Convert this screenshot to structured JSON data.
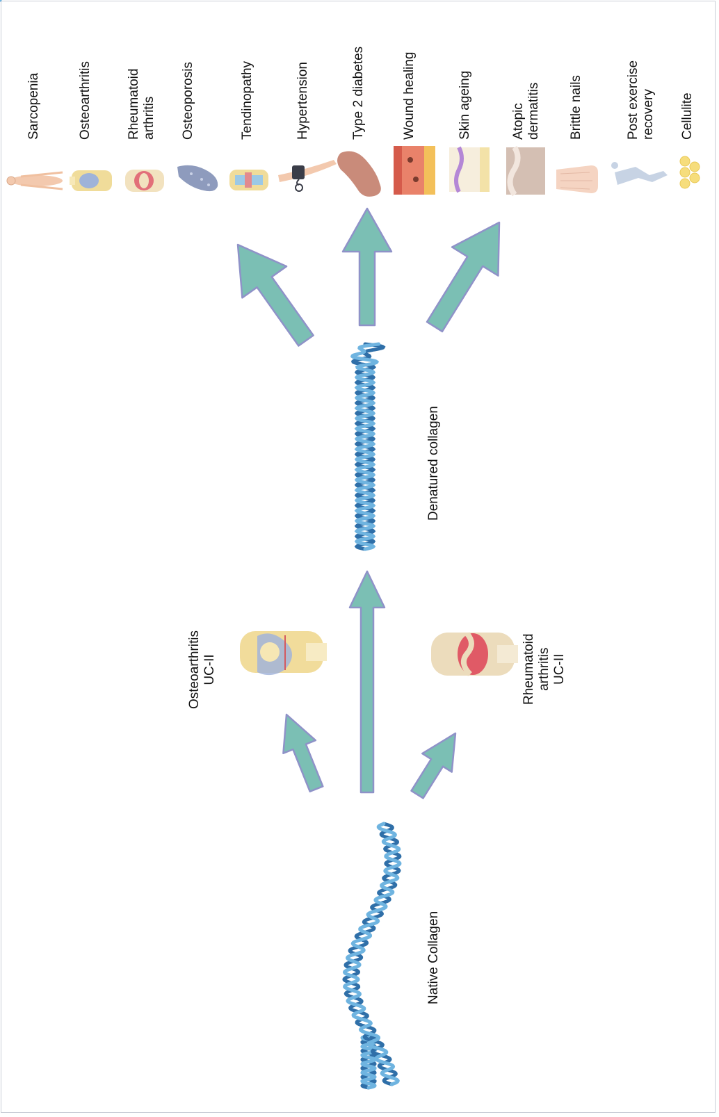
{
  "colors": {
    "arrow_fill": "#7bbfb4",
    "arrow_stroke": "#8f92c8",
    "helix_dark": "#2f6fa8",
    "helix_light": "#6fb4e0"
  },
  "conditions": [
    {
      "label": "Sarcopenia",
      "icon": "human-body-icon"
    },
    {
      "label": "Osteoarthritis",
      "icon": "knee-joint-icon"
    },
    {
      "label": "Rheumatoid\narthritis",
      "icon": "inflamed-joint-icon"
    },
    {
      "label": "Osteoporosis",
      "icon": "porous-bone-icon"
    },
    {
      "label": "Tendinopathy",
      "icon": "tendon-joint-icon"
    },
    {
      "label": "Hypertension",
      "icon": "blood-pressure-cuff-icon"
    },
    {
      "label": "Type 2 diabetes",
      "icon": "pancreas-icon"
    },
    {
      "label": "Wound healing",
      "icon": "skin-wound-icon"
    },
    {
      "label": "Skin ageing",
      "icon": "skin-layers-icon"
    },
    {
      "label": "Atopic\ndermatitis",
      "icon": "dermatitis-skin-icon"
    },
    {
      "label": "Brittle nails",
      "icon": "hand-icon"
    },
    {
      "label": "Post exercise\nrecovery",
      "icon": "runner-icon"
    },
    {
      "label": "Cellulite",
      "icon": "fat-cells-icon"
    }
  ],
  "native_collagen": {
    "label": "Native Collagen"
  },
  "denatured_collagen": {
    "label": "Denatured collagen"
  },
  "uc_ii": {
    "osteoarthritis": "Osteoarthritis\nUC-II",
    "rheumatoid": "Rheumatoid\narthritis\nUC-II"
  }
}
